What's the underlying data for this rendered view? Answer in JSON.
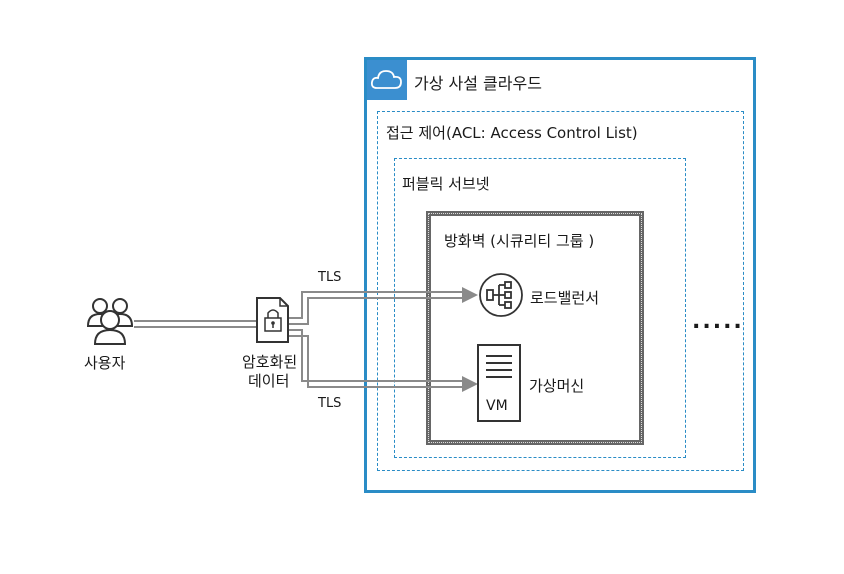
{
  "cloud": {
    "title": "가상 사설 클라우드"
  },
  "acl": {
    "title": "접근 제어(ACL: Access Control List)"
  },
  "subnet": {
    "title": "퍼블릭 서브넷"
  },
  "firewall": {
    "title": "방화벽 (시큐리티 그룹 )"
  },
  "load_balancer": {
    "label": "로드밸런서"
  },
  "vm": {
    "label": "가상머신",
    "badge": "VM"
  },
  "user": {
    "label": "사용자"
  },
  "encrypted": {
    "line1": "암호화된",
    "line2": "데이터"
  },
  "links": {
    "top": "TLS",
    "bottom": "TLS"
  },
  "more": {
    "label": "....."
  },
  "colors": {
    "accent": "#2a8cc6",
    "icon_bg": "#3b8fd0",
    "line": "#8a8a8a"
  }
}
